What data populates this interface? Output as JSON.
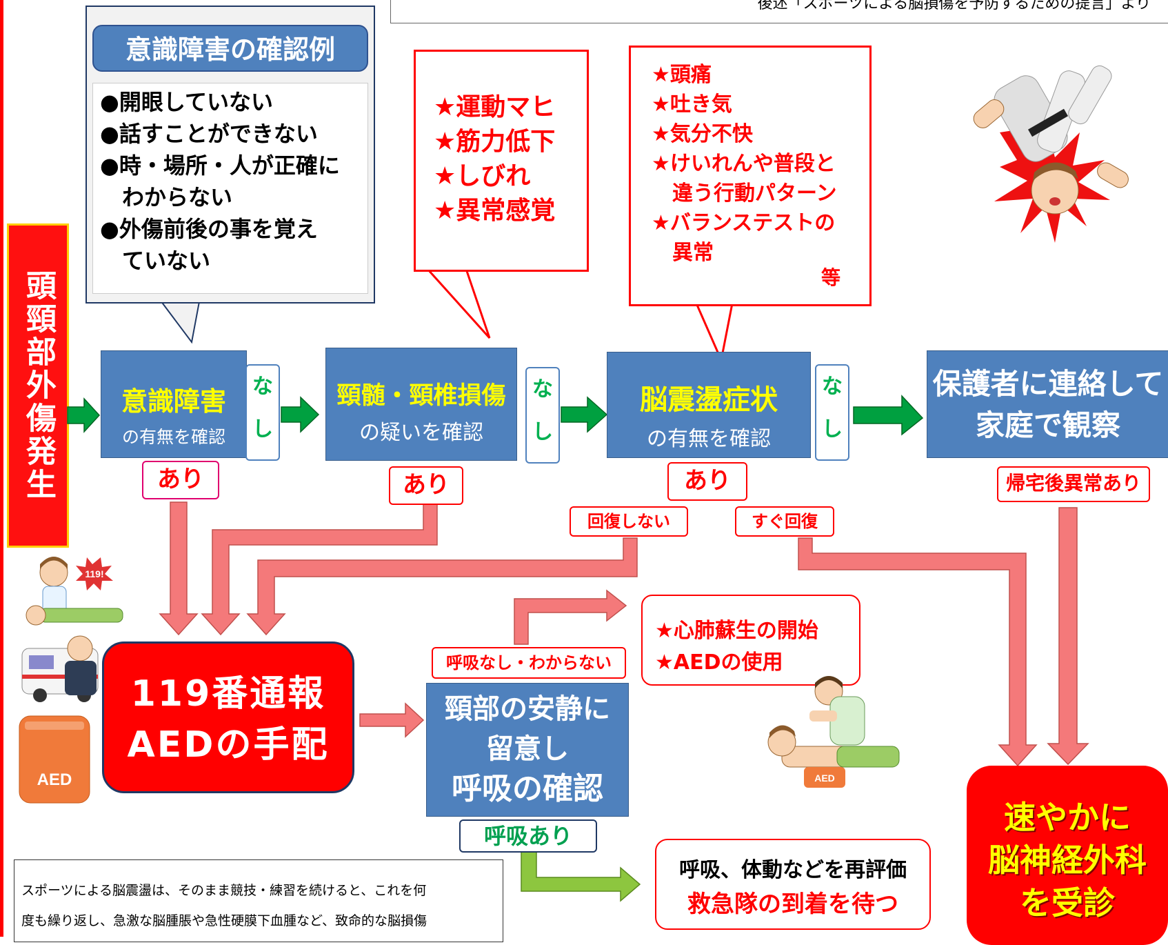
{
  "side_title": "頭頸部外傷発生",
  "top_note": "後述「スポーツによる脳損傷を予防するための提言」より",
  "consciousness_examples": {
    "title": "意識障害の確認例",
    "items": [
      "●開眼していない",
      "●話すことができない",
      "●時・場所・人が正確に",
      "　わからない",
      "●外傷前後の事を覚え",
      "　ていない"
    ]
  },
  "spinal_symptoms": [
    "★運動マヒ",
    "★筋力低下",
    "★しびれ",
    "★異常感覚"
  ],
  "concussion_symptoms": {
    "items": [
      "★頭痛",
      "★吐き気",
      "★気分不快",
      "★けいれんや普段と",
      "　違う行動パターン",
      "★バランステストの",
      "　異常"
    ],
    "etc": "等"
  },
  "steps": {
    "step1": {
      "title": "意識障害",
      "sub": "の有無を確認"
    },
    "step2": {
      "title": "頸髄・頸椎損傷",
      "sub": "の疑いを確認"
    },
    "step3": {
      "title": "脳震盪症状",
      "sub": "の有無を確認"
    },
    "step4": {
      "line1": "保護者に連絡して",
      "line2": "家庭で観察"
    }
  },
  "nashi_label": {
    "top": "な",
    "bottom": "し"
  },
  "ari_label": "あり",
  "no_recovery": "回復しない",
  "quick_recovery": "すぐ回復",
  "abnormal_after_home": "帰宅後異常あり",
  "call_119": {
    "line1": "119番通報",
    "line2": "AEDの手配"
  },
  "breathing_check": {
    "line1": "頸部の安静に",
    "line2": "留意し",
    "line3": "呼吸の確認"
  },
  "no_breathing": "呼吸なし・わからない",
  "cpr": {
    "line1": "★心肺蘇生の開始",
    "line2": "★AEDの使用"
  },
  "breathing_yes": "呼吸あり",
  "reevaluate": {
    "line1": "呼吸、体動などを再評価",
    "line2": "救急隊の到着を待つ"
  },
  "neurosurgery": {
    "line1": "速やかに",
    "line2": "脳神経外科",
    "line3": "を受診"
  },
  "bottom_note": {
    "line1": "スポーツによる脳震盪は、そのまま競技・練習を続けると、これを何",
    "line2": "度も繰り返し、急激な脳腫脹や急性硬膜下血腫など、致命的な脳損傷"
  },
  "icons": {
    "bubble": "119!",
    "aed": "AED",
    "aed_small": "AED"
  },
  "colors": {
    "blue": "#4f81bd",
    "red": "#ff0000",
    "pink_arrow": "#f4797a",
    "green_arrow": "#009933",
    "yellow": "#ffff00"
  }
}
